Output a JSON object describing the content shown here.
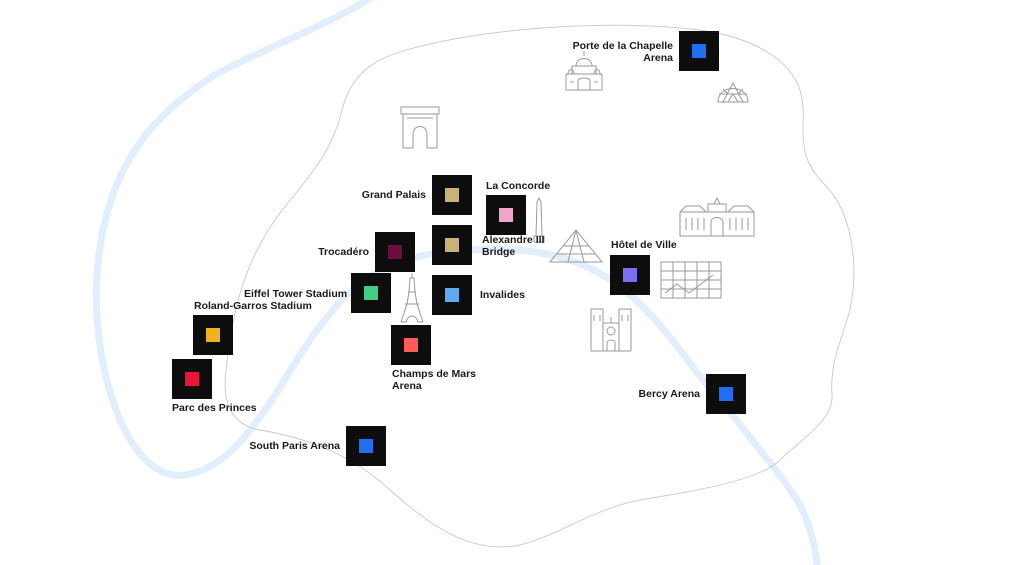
{
  "colors": {
    "river": "#e1eefb",
    "boundary": "#c8c8c8",
    "landmark": "#9a9a9a",
    "marker_bg": "#0d0d0d"
  },
  "venues": {
    "porte_chapelle": {
      "line1": "Porte de la Chapelle",
      "line2": "Arena",
      "color": "#1f6ff2"
    },
    "grand_palais": {
      "label": "Grand Palais",
      "color": "#c9b27a"
    },
    "la_concorde": {
      "label": "La Concorde",
      "color": "#f2a3c9"
    },
    "alexandre_bridge": {
      "line1": "Alexandre III",
      "line2": "Bridge",
      "color": "#c9b27a"
    },
    "trocadero": {
      "label": "Trocadéro",
      "color": "#6a1040"
    },
    "eiffel": {
      "label": "Eiffel Tower Stadium",
      "color": "#3ecf87"
    },
    "invalides": {
      "label": "Invalides",
      "color": "#5fa8f2"
    },
    "roland_garros": {
      "label": "Roland-Garros Stadium",
      "color": "#f2b21f"
    },
    "champs_mars": {
      "line1": "Champs de Mars",
      "line2": "Arena",
      "color": "#ff5a57"
    },
    "hotel_ville": {
      "label": "Hôtel de Ville",
      "color": "#7b6ff2"
    },
    "parc_princes": {
      "label": "Parc des Princes",
      "color": "#e8173a"
    },
    "bercy": {
      "label": "Bercy Arena",
      "color": "#1f6ff2"
    },
    "south_paris": {
      "label": "South Paris Arena",
      "color": "#1f6ff2"
    }
  },
  "landmarks": [
    "sacre-coeur-icon",
    "geode-icon",
    "arc-de-triomphe-icon",
    "obelisk-icon",
    "louvre-pyramid-icon",
    "hotel-de-ville-building-icon",
    "pompidou-centre-icon",
    "eiffel-tower-icon",
    "notre-dame-icon"
  ]
}
